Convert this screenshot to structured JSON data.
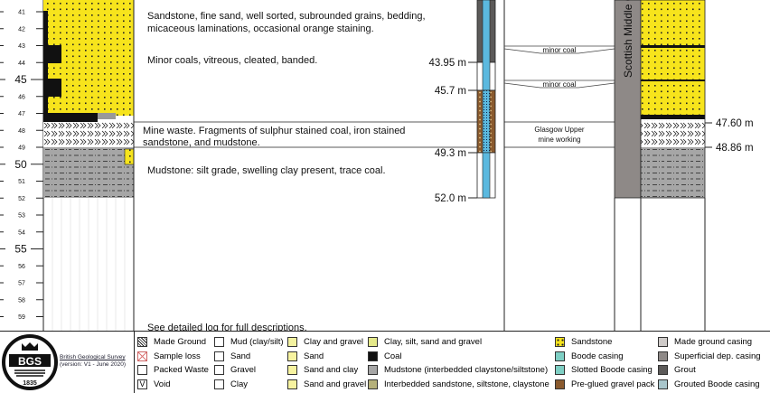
{
  "depth_axis": {
    "ticks": [
      "41",
      "42",
      "43",
      "44",
      "45",
      "46",
      "47",
      "48",
      "49",
      "50",
      "51",
      "52",
      "53",
      "54",
      "55",
      "56",
      "57",
      "58",
      "59"
    ],
    "major": [
      "45",
      "50",
      "55"
    ]
  },
  "descriptions": [
    {
      "lines": [
        "Sandstone, fine sand, well sorted, subrounded grains, bedding,",
        "micaceous laminations, occasional orange staining."
      ]
    },
    {
      "lines": [
        "Minor coals, vitreous, cleated, banded."
      ]
    },
    {
      "lines": [
        "Mine waste. Fragments of sulphur stained coal, iron stained",
        "sandstone, and mudstone."
      ]
    },
    {
      "lines": [
        "Mudstone: silt grade, swelling clay present, trace coal."
      ]
    },
    {
      "lines": [
        "See detailed log for full descriptions."
      ]
    }
  ],
  "well": {
    "depth_labels": [
      "43.95 m",
      "45.7 m",
      "49.3 m",
      "52.0 m"
    ]
  },
  "correlation": {
    "minor_coal_1": "minor coal",
    "minor_coal_2": "minor coal",
    "mine_working": [
      "Glasgow Upper",
      "mine working"
    ]
  },
  "formation": {
    "label": "Scottish Middle C"
  },
  "right_depths": [
    "47.60 m",
    "48.86 m"
  ],
  "logo": {
    "letters": "BGS",
    "year": "1835",
    "org": "British Geological Survey",
    "version": "(version: V1 - June 2020)"
  },
  "legend": {
    "col1": [
      {
        "icon": "made-ground",
        "label": "Made Ground"
      },
      {
        "icon": "sample-loss",
        "label": "Sample loss"
      },
      {
        "icon": "packed-waste",
        "label": "Packed Waste"
      },
      {
        "icon": "void",
        "label": "Void",
        "glyph": "V"
      }
    ],
    "col2": [
      {
        "icon": "mud",
        "label": "Mud (clay/silt)"
      },
      {
        "icon": "sand",
        "label": "Sand"
      },
      {
        "icon": "gravel",
        "label": "Gravel"
      },
      {
        "icon": "clay",
        "label": "Clay"
      }
    ],
    "col3": [
      {
        "icon": "clay-gravel",
        "label": "Clay and gravel",
        "color": "#f3f2a0"
      },
      {
        "icon": "sand-y",
        "label": "Sand",
        "color": "#f7f3a0"
      },
      {
        "icon": "sand-clay",
        "label": "Sand and clay",
        "color": "#f7f3a0"
      },
      {
        "icon": "sand-gravel",
        "label": "Sand and gravel",
        "color": "#f7f3a0"
      }
    ],
    "col4": [
      {
        "icon": "csg",
        "label": "Clay, silt, sand and gravel",
        "color": "#e5e98a"
      },
      {
        "icon": "coal",
        "label": "Coal",
        "color": "#111111"
      },
      {
        "icon": "mudstone",
        "label": "Mudstone (interbedded claystone/siltstone)",
        "color": "#a6a6a6"
      },
      {
        "icon": "interbedded",
        "label": "Interbedded sandstone, siltstone, claystone",
        "color": "#b5b07a"
      }
    ],
    "col5": [
      {
        "icon": "sandstone",
        "label": "Sandstone",
        "color": "#f7e41c"
      },
      {
        "icon": "boode",
        "label": "Boode casing",
        "color": "#7ecfc4"
      },
      {
        "icon": "slotted-boode",
        "label": "Slotted Boode casing",
        "color": "#7ecfc4"
      },
      {
        "icon": "gravel-pack",
        "label": "Pre-glued gravel pack",
        "color": "#8a5a2e"
      }
    ],
    "col6": [
      {
        "icon": "made-ground-casing",
        "label": "Made ground casing",
        "color": "#cfcbc9"
      },
      {
        "icon": "superficial-casing",
        "label": "Superficial dep. casing",
        "color": "#8e8987"
      },
      {
        "icon": "grout",
        "label": "Grout",
        "color": "#5c5a59"
      },
      {
        "icon": "grouted-boode",
        "label": "Grouted Boode casing",
        "color": "#a9c6cc"
      }
    ]
  }
}
